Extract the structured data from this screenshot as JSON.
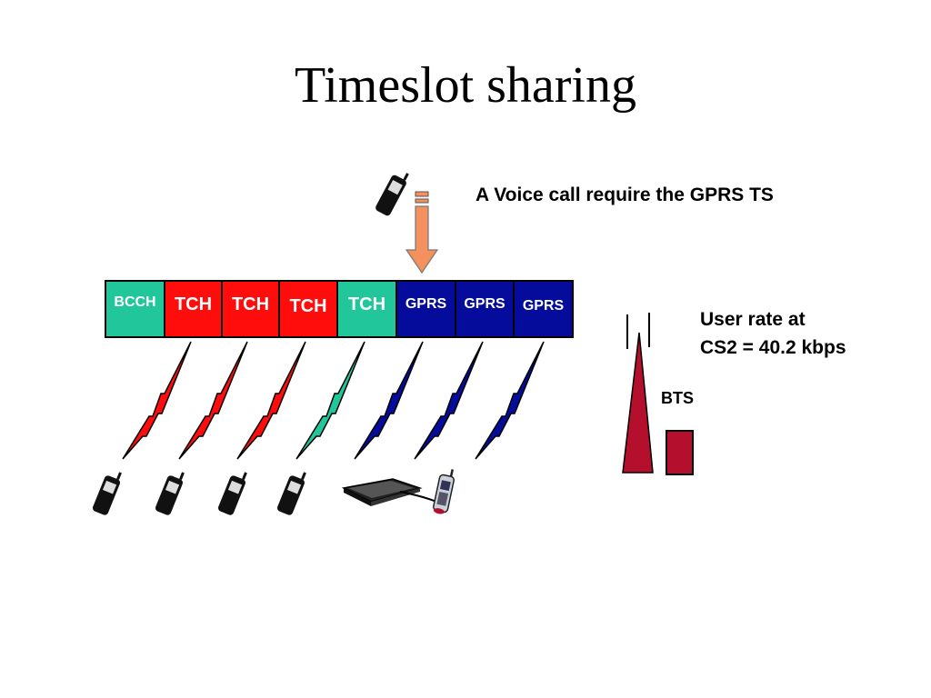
{
  "title": "Timeslot sharing",
  "annotations": {
    "voice_call": "A Voice call require the GPRS TS",
    "user_rate_line1": "User rate at",
    "user_rate_line2": "CS2 = 40.2 kbps",
    "bts": "BTS"
  },
  "timeslots": [
    {
      "label": "BCCH",
      "type": "BCCH",
      "color": "#21c79a"
    },
    {
      "label": "TCH",
      "type": "TCH",
      "color": "#ff0d0d"
    },
    {
      "label": "TCH",
      "type": "TCH",
      "color": "#ff0d0d"
    },
    {
      "label": "TCH",
      "type": "TCH",
      "color": "#ff0d0d"
    },
    {
      "label": "TCH",
      "type": "TCH",
      "color": "#21c79a"
    },
    {
      "label": "GPRS",
      "type": "GPRS",
      "color": "#050c9c"
    },
    {
      "label": "GPRS",
      "type": "GPRS",
      "color": "#050c9c"
    },
    {
      "label": "GPRS",
      "type": "GPRS",
      "color": "#050c9c"
    }
  ],
  "colors": {
    "arrow": "#f4915f",
    "tower": "#b50f2e",
    "phone": "#111111"
  },
  "icons": [
    "mobile-phone-icon",
    "laptop-icon",
    "bts-tower-icon",
    "down-arrow-icon",
    "radio-link-icon"
  ]
}
